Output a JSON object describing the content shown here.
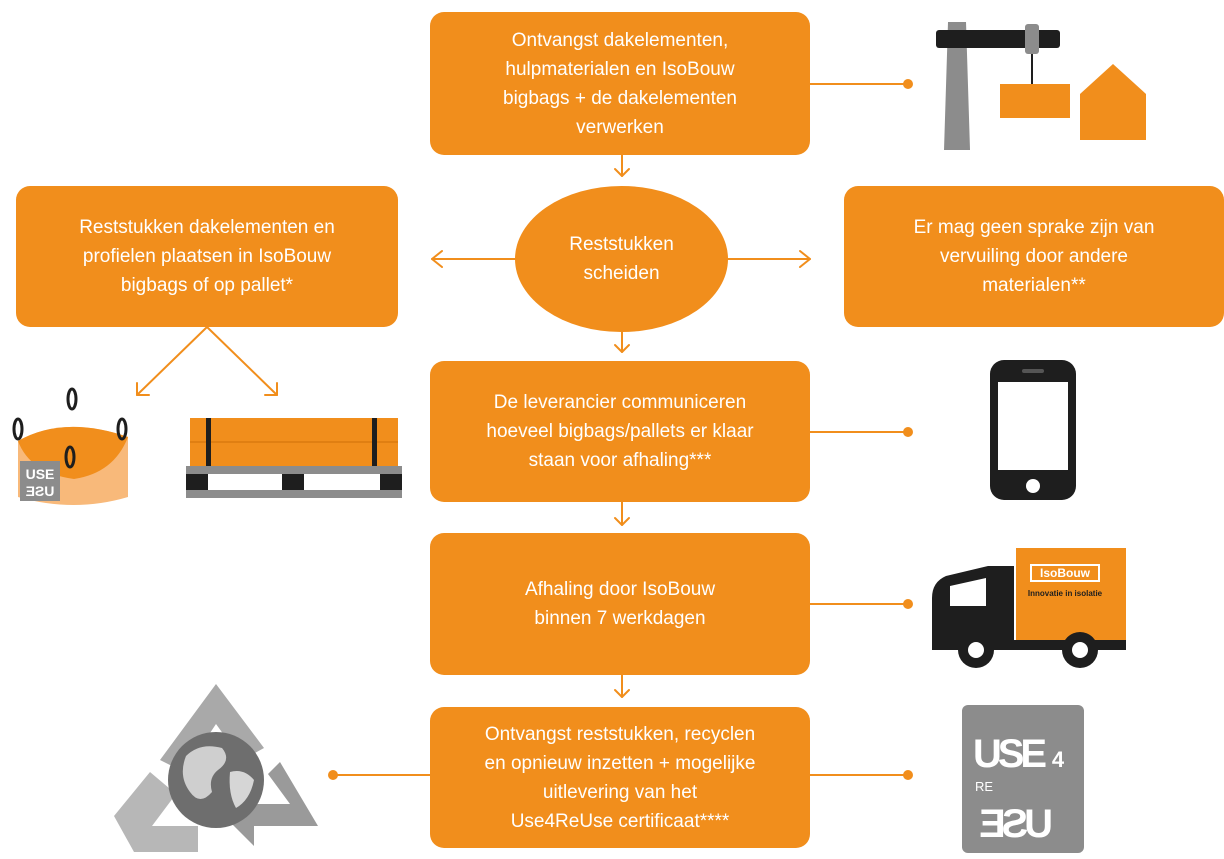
{
  "colors": {
    "orange": "#F18E1C",
    "light_orange": "#F8B97A",
    "dark": "#1e1e1e",
    "gray": "#8c8c8c"
  },
  "boxes": {
    "receive": "Ontvangst dakelementen,\nhulpmaterialen en IsoBouw\nbigbags + de dakelementen\nverwerken",
    "separate": "Reststukken\nscheiden",
    "place": "Reststukken dakelementen en\nprofielen plaatsen in IsoBouw\nbigbags of op pallet*",
    "contamination": "Er mag geen sprake zijn van\nvervuiling door andere\nmaterialen**",
    "communicate": "De leverancier communiceren\nhoeveel bigbags/pallets er klaar\nstaan voor afhaling***",
    "pickup": "Afhaling door IsoBouw\nbinnen 7 werkdagen",
    "recycle": "Ontvangst reststukken, recyclen\nen opnieuw inzetten + mogelijke\nuitlevering van het\nUse4ReUse certificaat****"
  },
  "truck": {
    "brand": "IsoBouw",
    "tagline": "Innovatie in isolatie"
  },
  "logos": {
    "use": "USE",
    "four": "4",
    "re": "RE",
    "use_mirrored": "USE"
  },
  "icons": [
    "crane-icon",
    "house-icon",
    "bigbag-icon",
    "pallet-icon",
    "smartphone-icon",
    "truck-icon",
    "recycle-globe-icon",
    "use4reuse-logo-icon"
  ]
}
